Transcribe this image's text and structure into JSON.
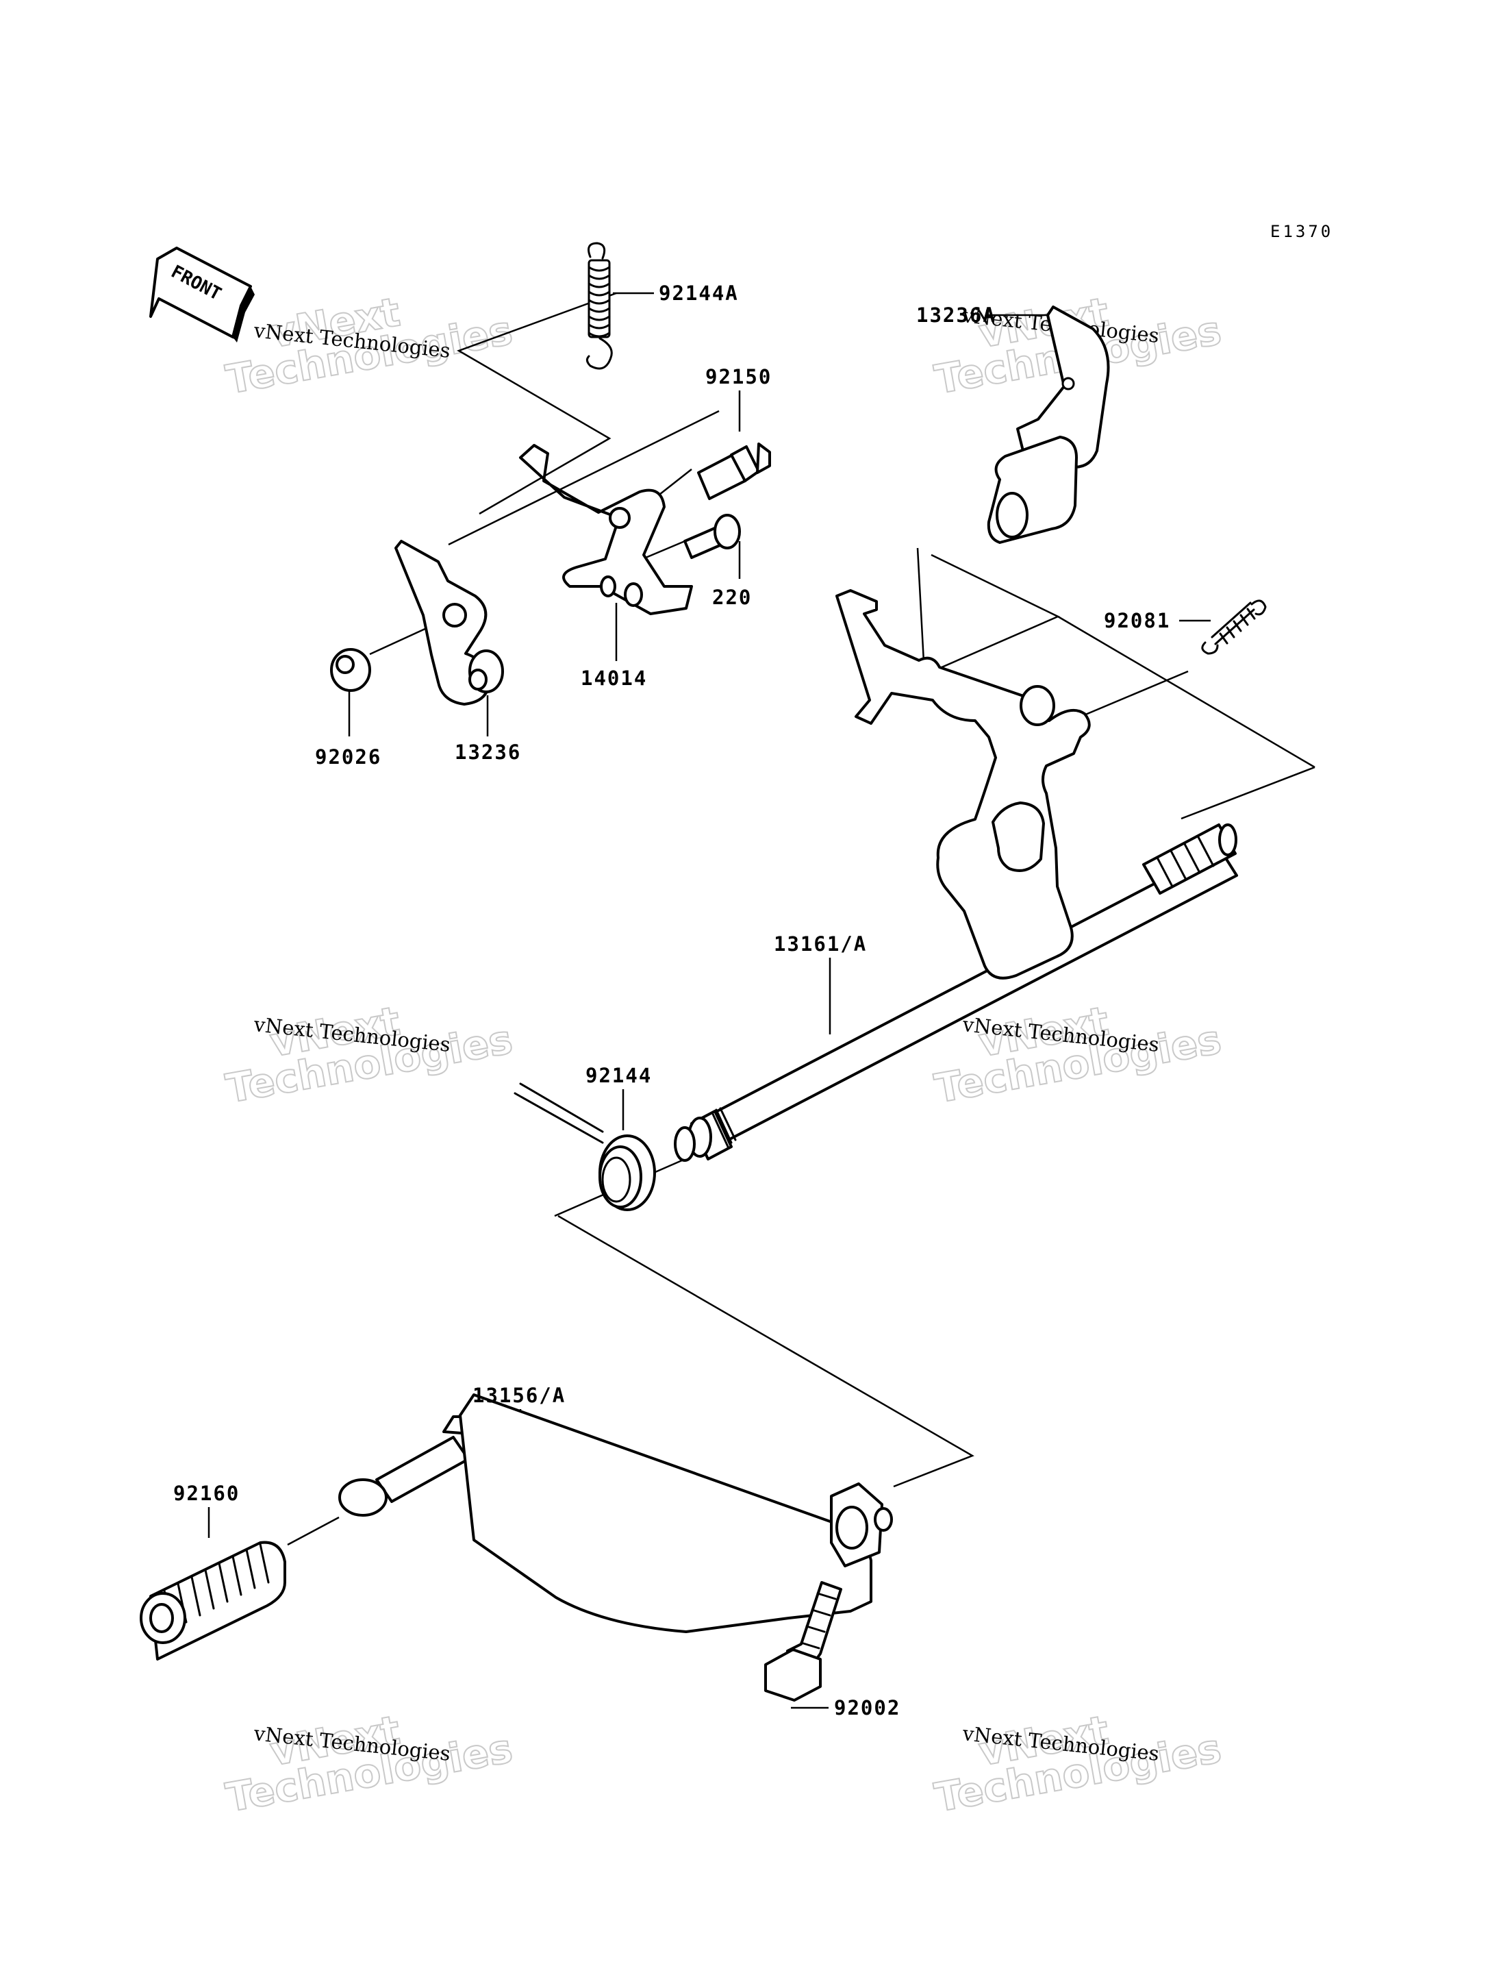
{
  "diagram": {
    "code": "E1370",
    "front_label": "FRONT",
    "parts": [
      {
        "id": "p92144A",
        "number": "92144A"
      },
      {
        "id": "p92150",
        "number": "92150"
      },
      {
        "id": "p220",
        "number": "220"
      },
      {
        "id": "p14014",
        "number": "14014"
      },
      {
        "id": "p92026",
        "number": "92026"
      },
      {
        "id": "p13236",
        "number": "13236"
      },
      {
        "id": "p13236A",
        "number": "13236A"
      },
      {
        "id": "p92081",
        "number": "92081"
      },
      {
        "id": "p13161A",
        "number": "13161/A"
      },
      {
        "id": "p92144",
        "number": "92144"
      },
      {
        "id": "p13156A",
        "number": "13156/A"
      },
      {
        "id": "p92160",
        "number": "92160"
      },
      {
        "id": "p92002",
        "number": "92002"
      }
    ]
  },
  "watermark": {
    "line_small": "vNext Technologies",
    "line_large_a": "vNext",
    "line_large_b": "Technologies"
  }
}
